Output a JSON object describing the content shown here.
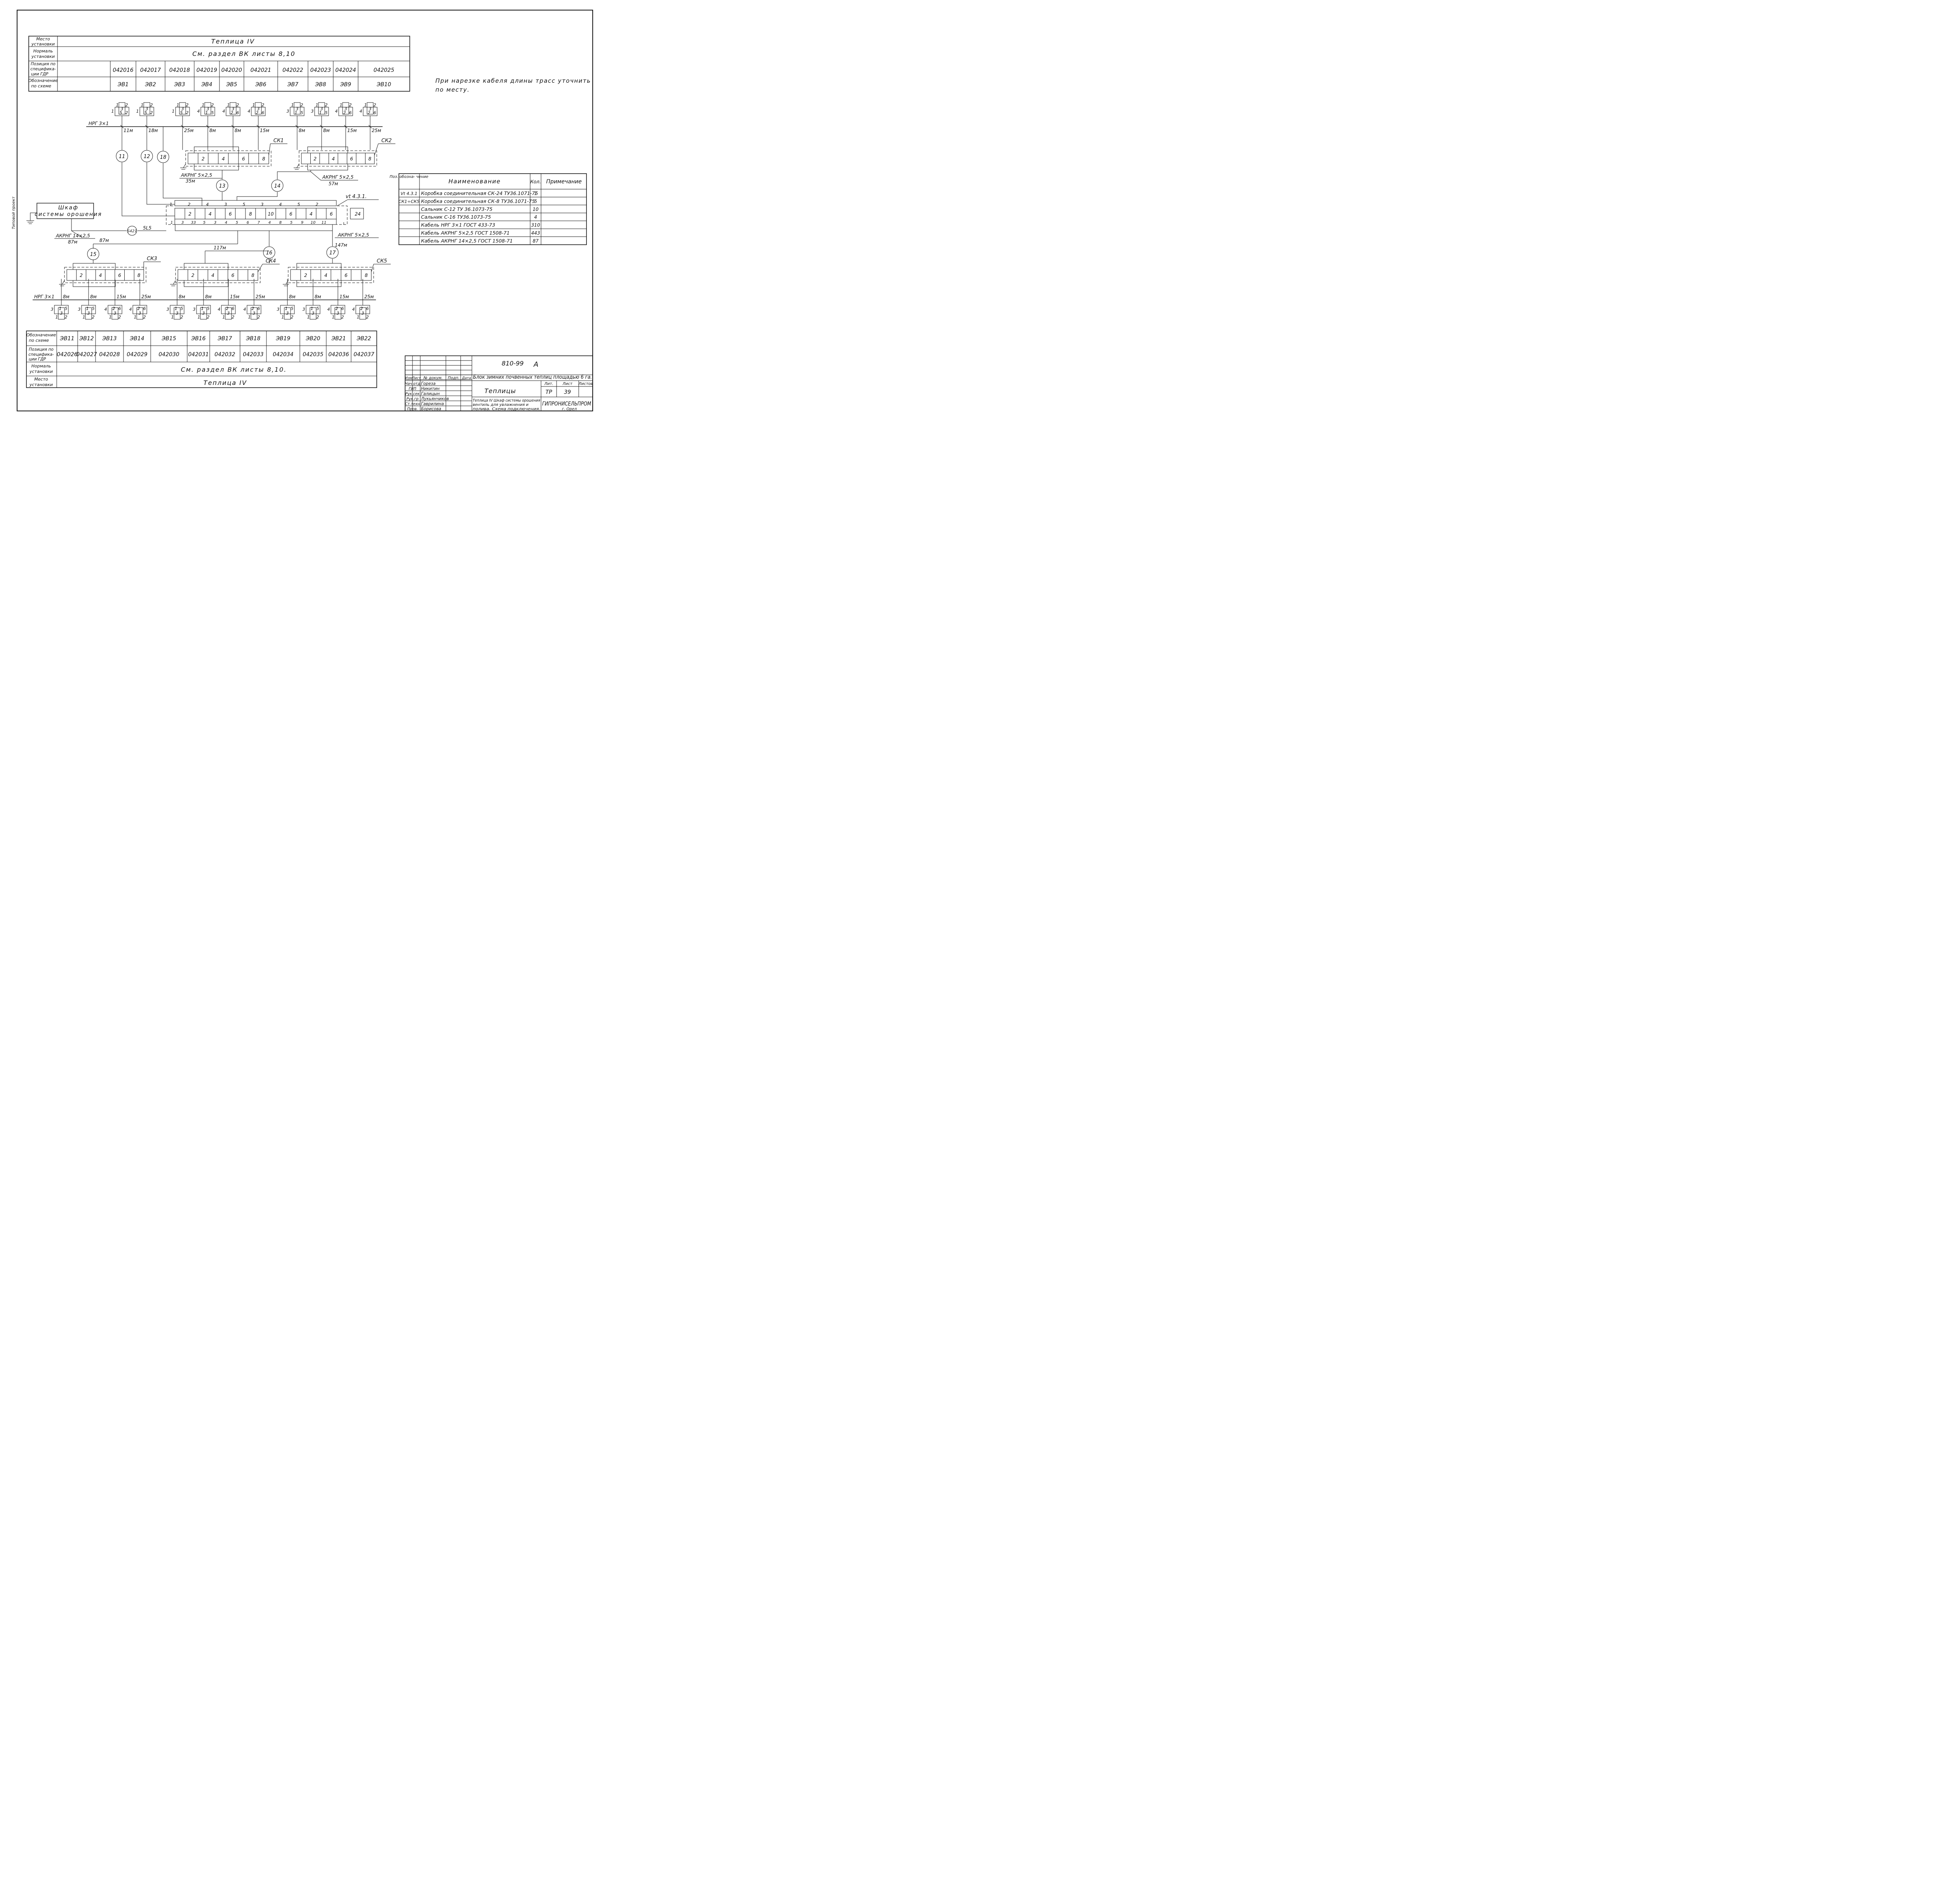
{
  "top_table": {
    "rows": [
      {
        "label": [
          "Место",
          "установки"
        ],
        "value": "Теплица IV"
      },
      {
        "label": [
          "Нормаль",
          "установки"
        ],
        "value": "См. раздел ВК  листы 8,10"
      },
      {
        "label": [
          "Позиция по",
          "специфика-",
          "ции ГДР"
        ],
        "values": [
          "042016",
          "042017",
          "042018",
          "042019",
          "042020",
          "042021",
          "042022",
          "042023",
          "042024",
          "042025"
        ]
      },
      {
        "label": [
          "Обозначение",
          "по схеме"
        ],
        "values": [
          "ЭВ1",
          "ЭВ2",
          "ЭВ3",
          "ЭВ4",
          "ЭВ5",
          "ЭВ6",
          "ЭВ7",
          "ЭВ8",
          "ЭВ9",
          "ЭВ10"
        ]
      }
    ]
  },
  "note": [
    "При нарезке кабеля длины трасс уточнить",
    "по месту."
  ],
  "side_marks": [
    "Типовой проект"
  ],
  "upper_valves": {
    "label_top": [
      "1",
      "3",
      "2"
    ],
    "label_bottom": [
      [
        "1",
        "5",
        "2"
      ],
      [
        "1",
        "5",
        "2"
      ],
      [
        "1",
        "5",
        "2"
      ],
      [
        "4",
        "1",
        "5"
      ],
      [
        "4",
        "2",
        "6"
      ],
      [
        "4",
        "2",
        "6"
      ],
      [
        "3",
        "1",
        "5"
      ],
      [
        "3",
        "1",
        "5"
      ],
      [
        "4",
        "2",
        "6"
      ],
      [
        "4",
        "2",
        "6"
      ]
    ]
  },
  "cables": {
    "nrg_top": "НРГ 3×1",
    "upper_lengths": [
      "11м",
      "18м",
      "25м",
      "8м",
      "8м",
      "15м",
      "8м",
      "8м",
      "15м",
      "25м"
    ],
    "nrg_bottom": "НРГ 3×1",
    "lower_lengths": [
      "8м",
      "8м",
      "15м",
      "25м",
      "8м",
      "8м",
      "15м",
      "25м",
      "8м",
      "8м",
      "15м",
      "25м"
    ],
    "akrng_ck1": [
      "АКРНГ 5×2,5",
      "35м"
    ],
    "akrng_ck2": [
      "АКРНГ 5×2,5",
      "57м"
    ],
    "akrng_left": [
      "АКРНГ 14×2,5",
      "87м"
    ],
    "akrng_right": "АКРНГ 5×2,5",
    "len_87": "87м",
    "len_117": "117м",
    "len_147": "147м",
    "s421": "S421",
    "s421_tail": "5L5"
  },
  "circles": [
    "11",
    "12",
    "18",
    "13",
    "14",
    "15",
    "16",
    "17"
  ],
  "boxes": {
    "ck1": "СК1",
    "ck2": "СК2",
    "ck3": "СК3",
    "ck4": "СК4",
    "ck5": "СК5",
    "vt": "vt 4.3.1.",
    "cells": [
      "2",
      "4",
      "6",
      "8"
    ],
    "main_cells": [
      "2",
      "4",
      "6",
      "8",
      "10",
      "6",
      "4",
      "6"
    ],
    "main_extra": "24",
    "main_top": [
      "1",
      "2",
      "4",
      "3",
      "5",
      "3",
      "4",
      "5",
      "2"
    ],
    "main_bottom": [
      "1",
      "3",
      "33",
      "5",
      "3",
      "4",
      "5",
      "6",
      "7",
      "4",
      "8",
      "5",
      "9",
      "10",
      "11"
    ]
  },
  "cabinet": [
    "Шкаф",
    "системы орошения"
  ],
  "spec_table": {
    "headers": [
      "Поз. обозна- чение",
      "Наименование",
      "Кол.",
      "Примечание"
    ],
    "rows": [
      {
        "pos": "Vt 4.3.1",
        "name": "Коробка соединительная СК-24 ТУ36.1071-75",
        "qty": "1"
      },
      {
        "pos": "СК1÷СК5",
        "name": "Коробка соединительная СК-8 ТУ36.1071-75",
        "qty": "5"
      },
      {
        "pos": "",
        "name": "Сальник С-12  ТУ 36.1073-75",
        "qty": "10"
      },
      {
        "pos": "",
        "name": "Сальник С-16  ТУ36.1073-75",
        "qty": "4"
      },
      {
        "pos": "",
        "name": "Кабель НРГ 3×1 ГОСТ 433-73",
        "qty": "310"
      },
      {
        "pos": "",
        "name": "Кабель АКРНГ 5×2,5 ГОСТ 1508-71",
        "qty": "443"
      },
      {
        "pos": "",
        "name": "Кабель АКРНГ 14×2,5 ГОСТ 1508-71",
        "qty": "87"
      }
    ]
  },
  "bottom_table": {
    "rows": [
      {
        "label": [
          "Обозначение",
          "по схеме"
        ],
        "values": [
          "ЭВ11",
          "ЭВ12",
          "ЭВ13",
          "ЭВ14",
          "ЭВ15",
          "ЭВ16",
          "ЭВ17",
          "ЭВ18",
          "ЭВ19",
          "ЭВ20",
          "ЭВ21",
          "ЭВ22"
        ]
      },
      {
        "label": [
          "Позиция по",
          "специфика-",
          "ции ГДР"
        ],
        "values": [
          "042026",
          "042027",
          "042028",
          "042029",
          "042030",
          "042031",
          "042032",
          "042033",
          "042034",
          "042035",
          "042036",
          "042037"
        ]
      },
      {
        "label": [
          "Нормаль",
          "установки"
        ],
        "value": "См. раздел ВК листы 8,10."
      },
      {
        "label": [
          "Место",
          "установки"
        ],
        "value": "Теплица IV"
      }
    ]
  },
  "title_block": {
    "code": "810-99",
    "code_mark": "А",
    "project": "Блок зимних почвенных теплиц площадью 6 га.",
    "header": [
      "Изм",
      "Лист",
      "№ докум.",
      "Подп.",
      "Дата"
    ],
    "people": [
      {
        "role": "Нач.отд",
        "name": "Гореза"
      },
      {
        "role": "ГИП",
        "name": "Никитин"
      },
      {
        "role": "Рук.сек",
        "name": "Галицын"
      },
      {
        "role": "Рук.гр",
        "name": "Лукьянчиков"
      },
      {
        "role": "Ст.техн",
        "name": "Гаврилина"
      },
      {
        "role": "Пров.",
        "name": "Борисова"
      }
    ],
    "section": "Теплицы",
    "desc": [
      "Теплица IV Шкаф системы орошения",
      "вентиль для увлажнения и",
      "полива. Схема подключения."
    ],
    "lit_label": "Лит.",
    "sheet_label": "Лист",
    "sheets_label": "Листов",
    "lit": "ТР",
    "sheet": "39",
    "org": "ГИПРОНИСЕЛЬПРОМ",
    "city": "г. Орел"
  }
}
